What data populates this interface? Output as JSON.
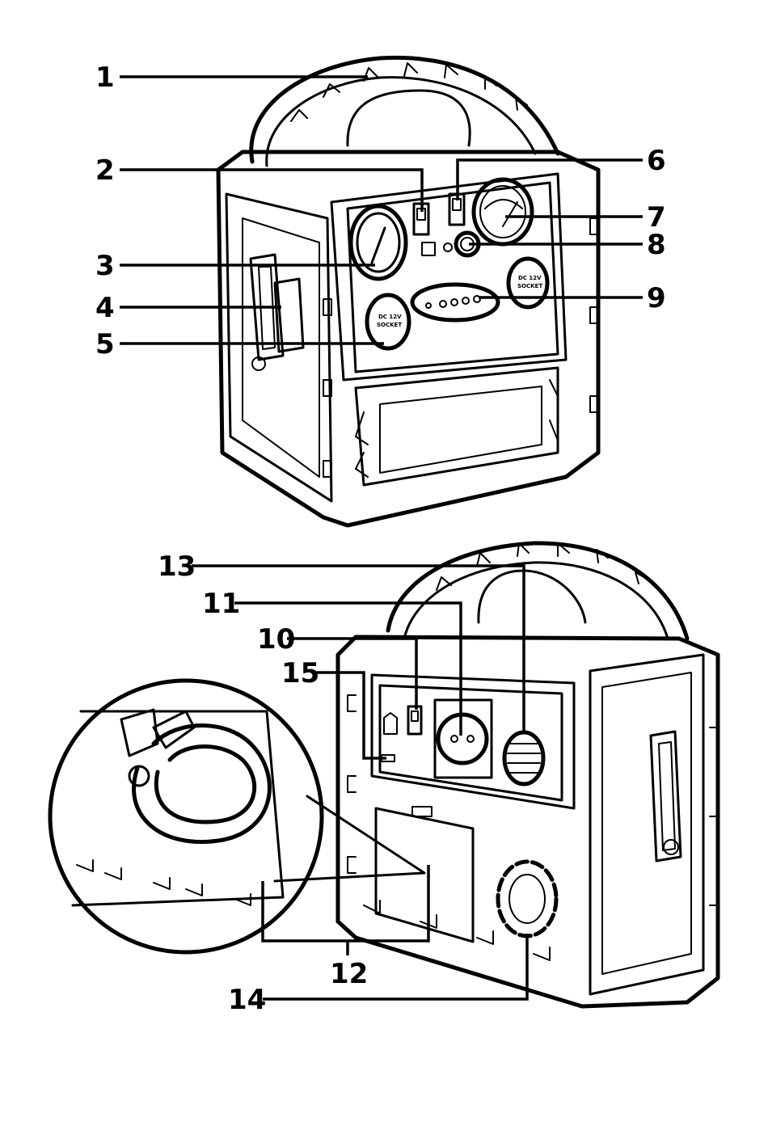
{
  "figure": {
    "views": [
      {
        "id": "front-view",
        "callouts": [
          "1",
          "2",
          "3",
          "4",
          "5",
          "6",
          "7",
          "8",
          "9"
        ]
      },
      {
        "id": "rear-view",
        "callouts": [
          "10",
          "11",
          "12",
          "13",
          "14",
          "15"
        ]
      }
    ]
  },
  "callouts": {
    "c1": "1",
    "c2": "2",
    "c3": "3",
    "c4": "4",
    "c5": "5",
    "c6": "6",
    "c7": "7",
    "c8": "8",
    "c9": "9",
    "c10": "10",
    "c11": "11",
    "c12": "12",
    "c13": "13",
    "c14": "14",
    "c15": "15"
  },
  "panel_markings": {
    "socket_left": [
      "DC 12V",
      "SOCKET"
    ],
    "socket_right": [
      "DC 12V",
      "SOCKET"
    ]
  }
}
